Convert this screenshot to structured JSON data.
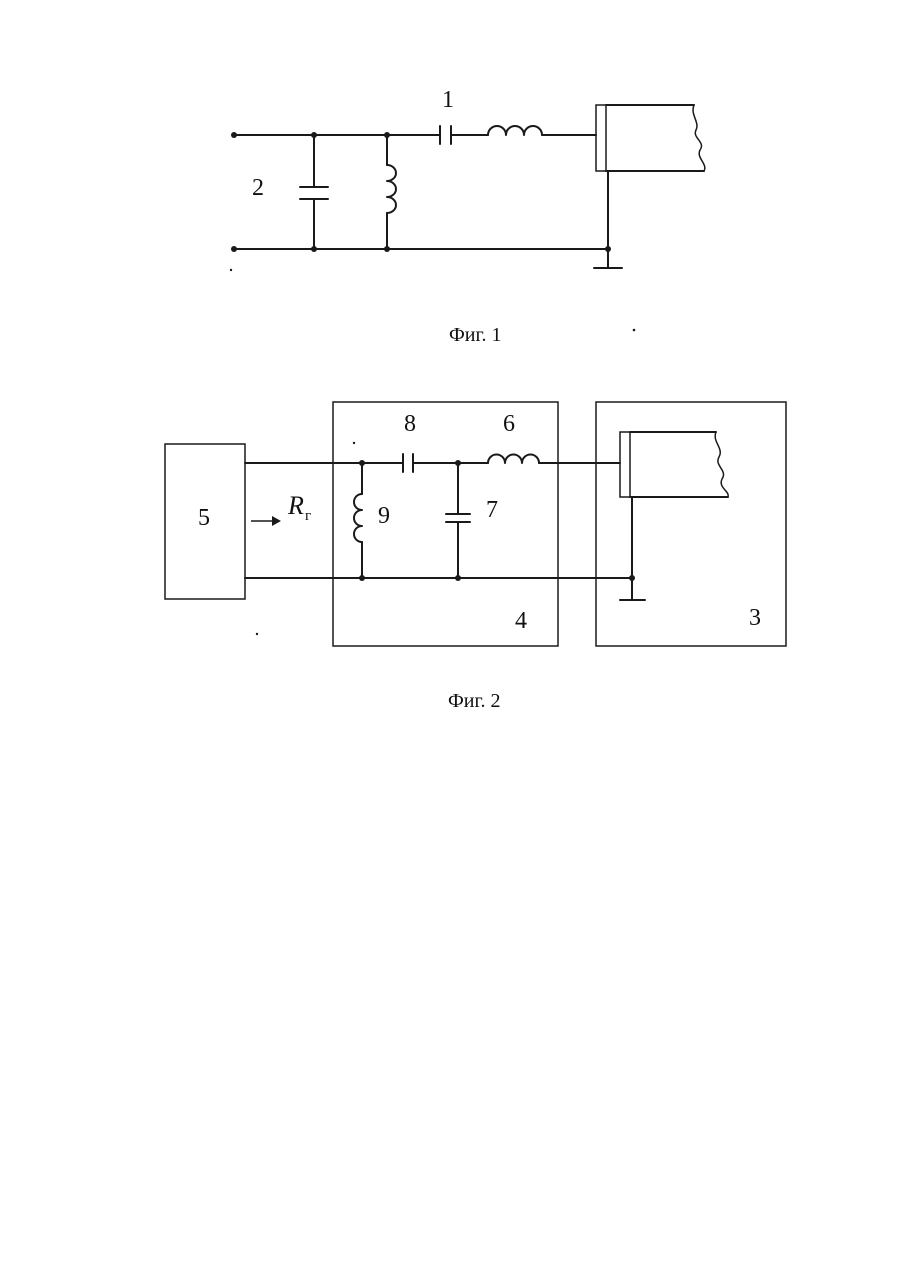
{
  "figure1": {
    "caption": "Фиг. 1",
    "labels": {
      "series_capacitor": "1",
      "shunt_network": "2"
    }
  },
  "figure2": {
    "caption": "Фиг. 2",
    "labels": {
      "generator": "5",
      "matching_block": "4",
      "transducer_block": "3",
      "inductor_series": "6",
      "capacitor_shunt": "7",
      "capacitor_series": "8",
      "inductor_shunt": "9",
      "resistance_symbol": "R",
      "resistance_subscript": "г"
    }
  },
  "colors": {
    "ink": "#1a1a1a",
    "paper": "#ffffff"
  }
}
